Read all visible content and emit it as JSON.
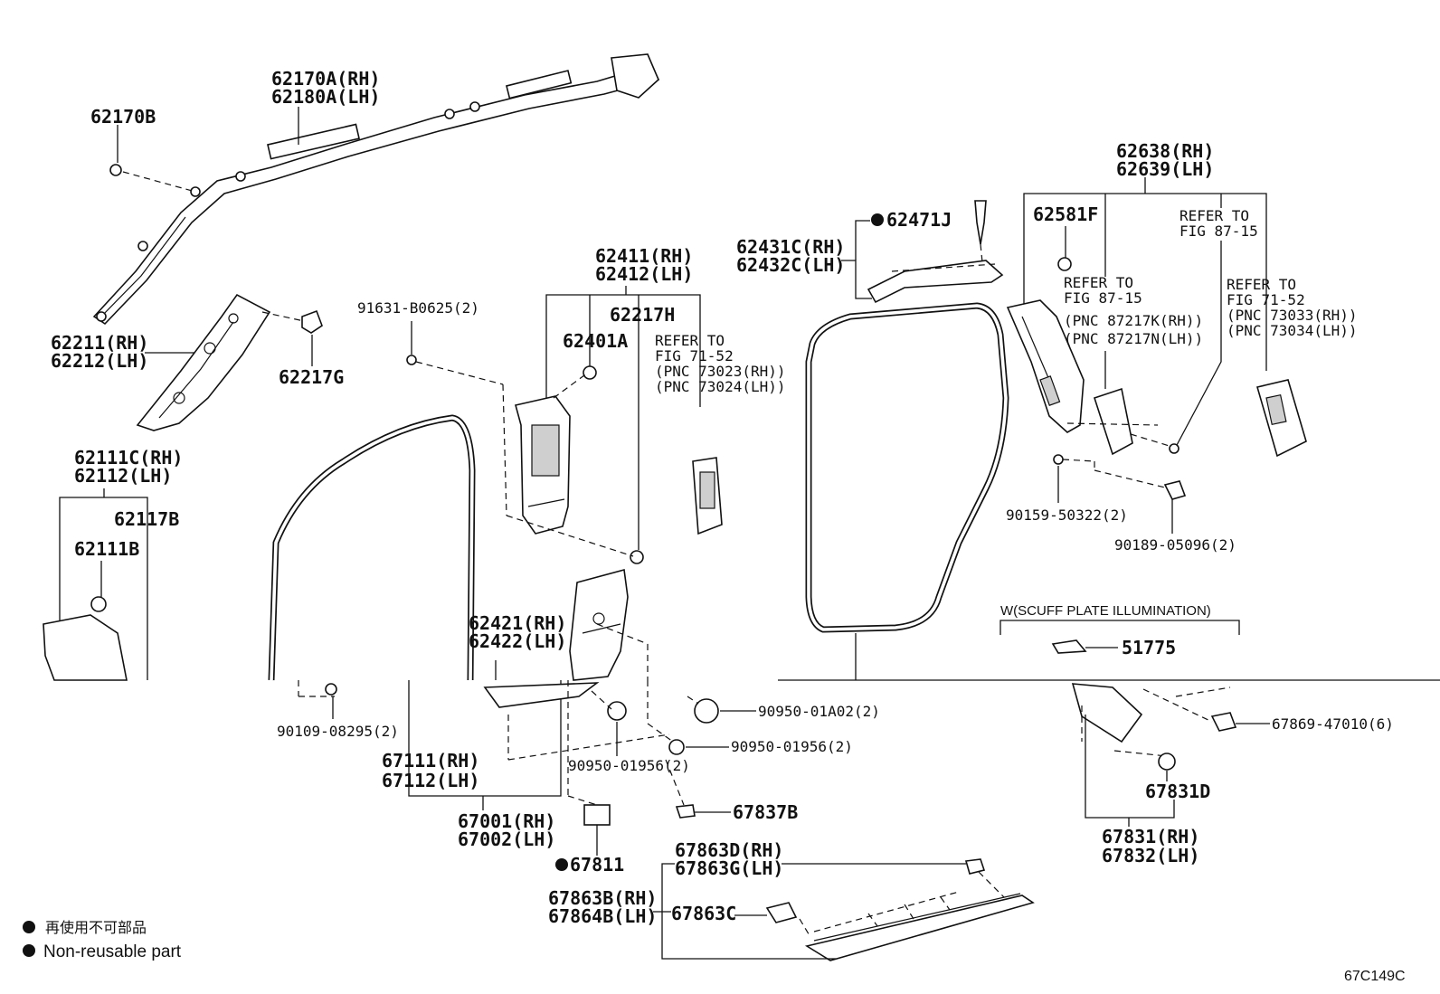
{
  "diagram_id": "67C149C",
  "legend": {
    "jp": "再使用不可部品",
    "en": "Non-reusable part"
  },
  "labels": {
    "p62170A": "62170A(RH)",
    "p62180A": "62180A(LH)",
    "p62170B": "62170B",
    "p62211": "62211(RH)",
    "p62212": "62212(LH)",
    "p62217G": "62217G",
    "p62111C": "62111C(RH)",
    "p62112": "62112(LH)",
    "p62117B": "62117B",
    "p62111B": "62111B",
    "p91631": "91631-B0625(2)",
    "p62411": "62411(RH)",
    "p62412": "62412(LH)",
    "p62217H": "62217H",
    "p62401A": "62401A",
    "ref7152a_1": "REFER TO",
    "ref7152a_2": "FIG 71-52",
    "ref7152a_3": "(PNC 73023(RH))",
    "ref7152a_4": "(PNC 73024(LH))",
    "p62431C": "62431C(RH)",
    "p62432C": "62432C(LH)",
    "p62471J": "62471J",
    "p62638": "62638(RH)",
    "p62639": "62639(LH)",
    "p62581F": "62581F",
    "ref8715a_1": "REFER TO",
    "ref8715a_2": "FIG 87-15",
    "ref8715a_3": "(PNC 87217K(RH))",
    "ref8715a_4": "(PNC 87217N(LH))",
    "ref8715b_1": "REFER TO",
    "ref8715b_2": "FIG 87-15",
    "ref7152b_1": "REFER TO",
    "ref7152b_2": "FIG 71-52",
    "ref7152b_3": "(PNC 73033(RH))",
    "ref7152b_4": "(PNC 73034(LH))",
    "p90159": "90159-50322(2)",
    "p90189": "90189-05096(2)",
    "scuff_title": "W(SCUFF PLATE ILLUMINATION)",
    "p51775": "51775",
    "p62421": "62421(RH)",
    "p62422": "62422(LH)",
    "p90109": "90109-08295(2)",
    "p67111": "67111(RH)",
    "p67112": "67112(LH)",
    "p67001": "67001(RH)",
    "p67002": "67002(LH)",
    "p67811": "67811",
    "p90950a": "90950-01A02(2)",
    "p90950b": "90950-01956(2)",
    "p90950c": "90950-01956(2)",
    "p67837B": "67837B",
    "p67869": "67869-47010(6)",
    "p67831D": "67831D",
    "p67831": "67831(RH)",
    "p67832": "67832(LH)",
    "p67863D": "67863D(RH)",
    "p67863G": "67863G(LH)",
    "p67863B": "67863B(RH)",
    "p67864B": "67864B(LH)",
    "p67863C": "67863C"
  }
}
